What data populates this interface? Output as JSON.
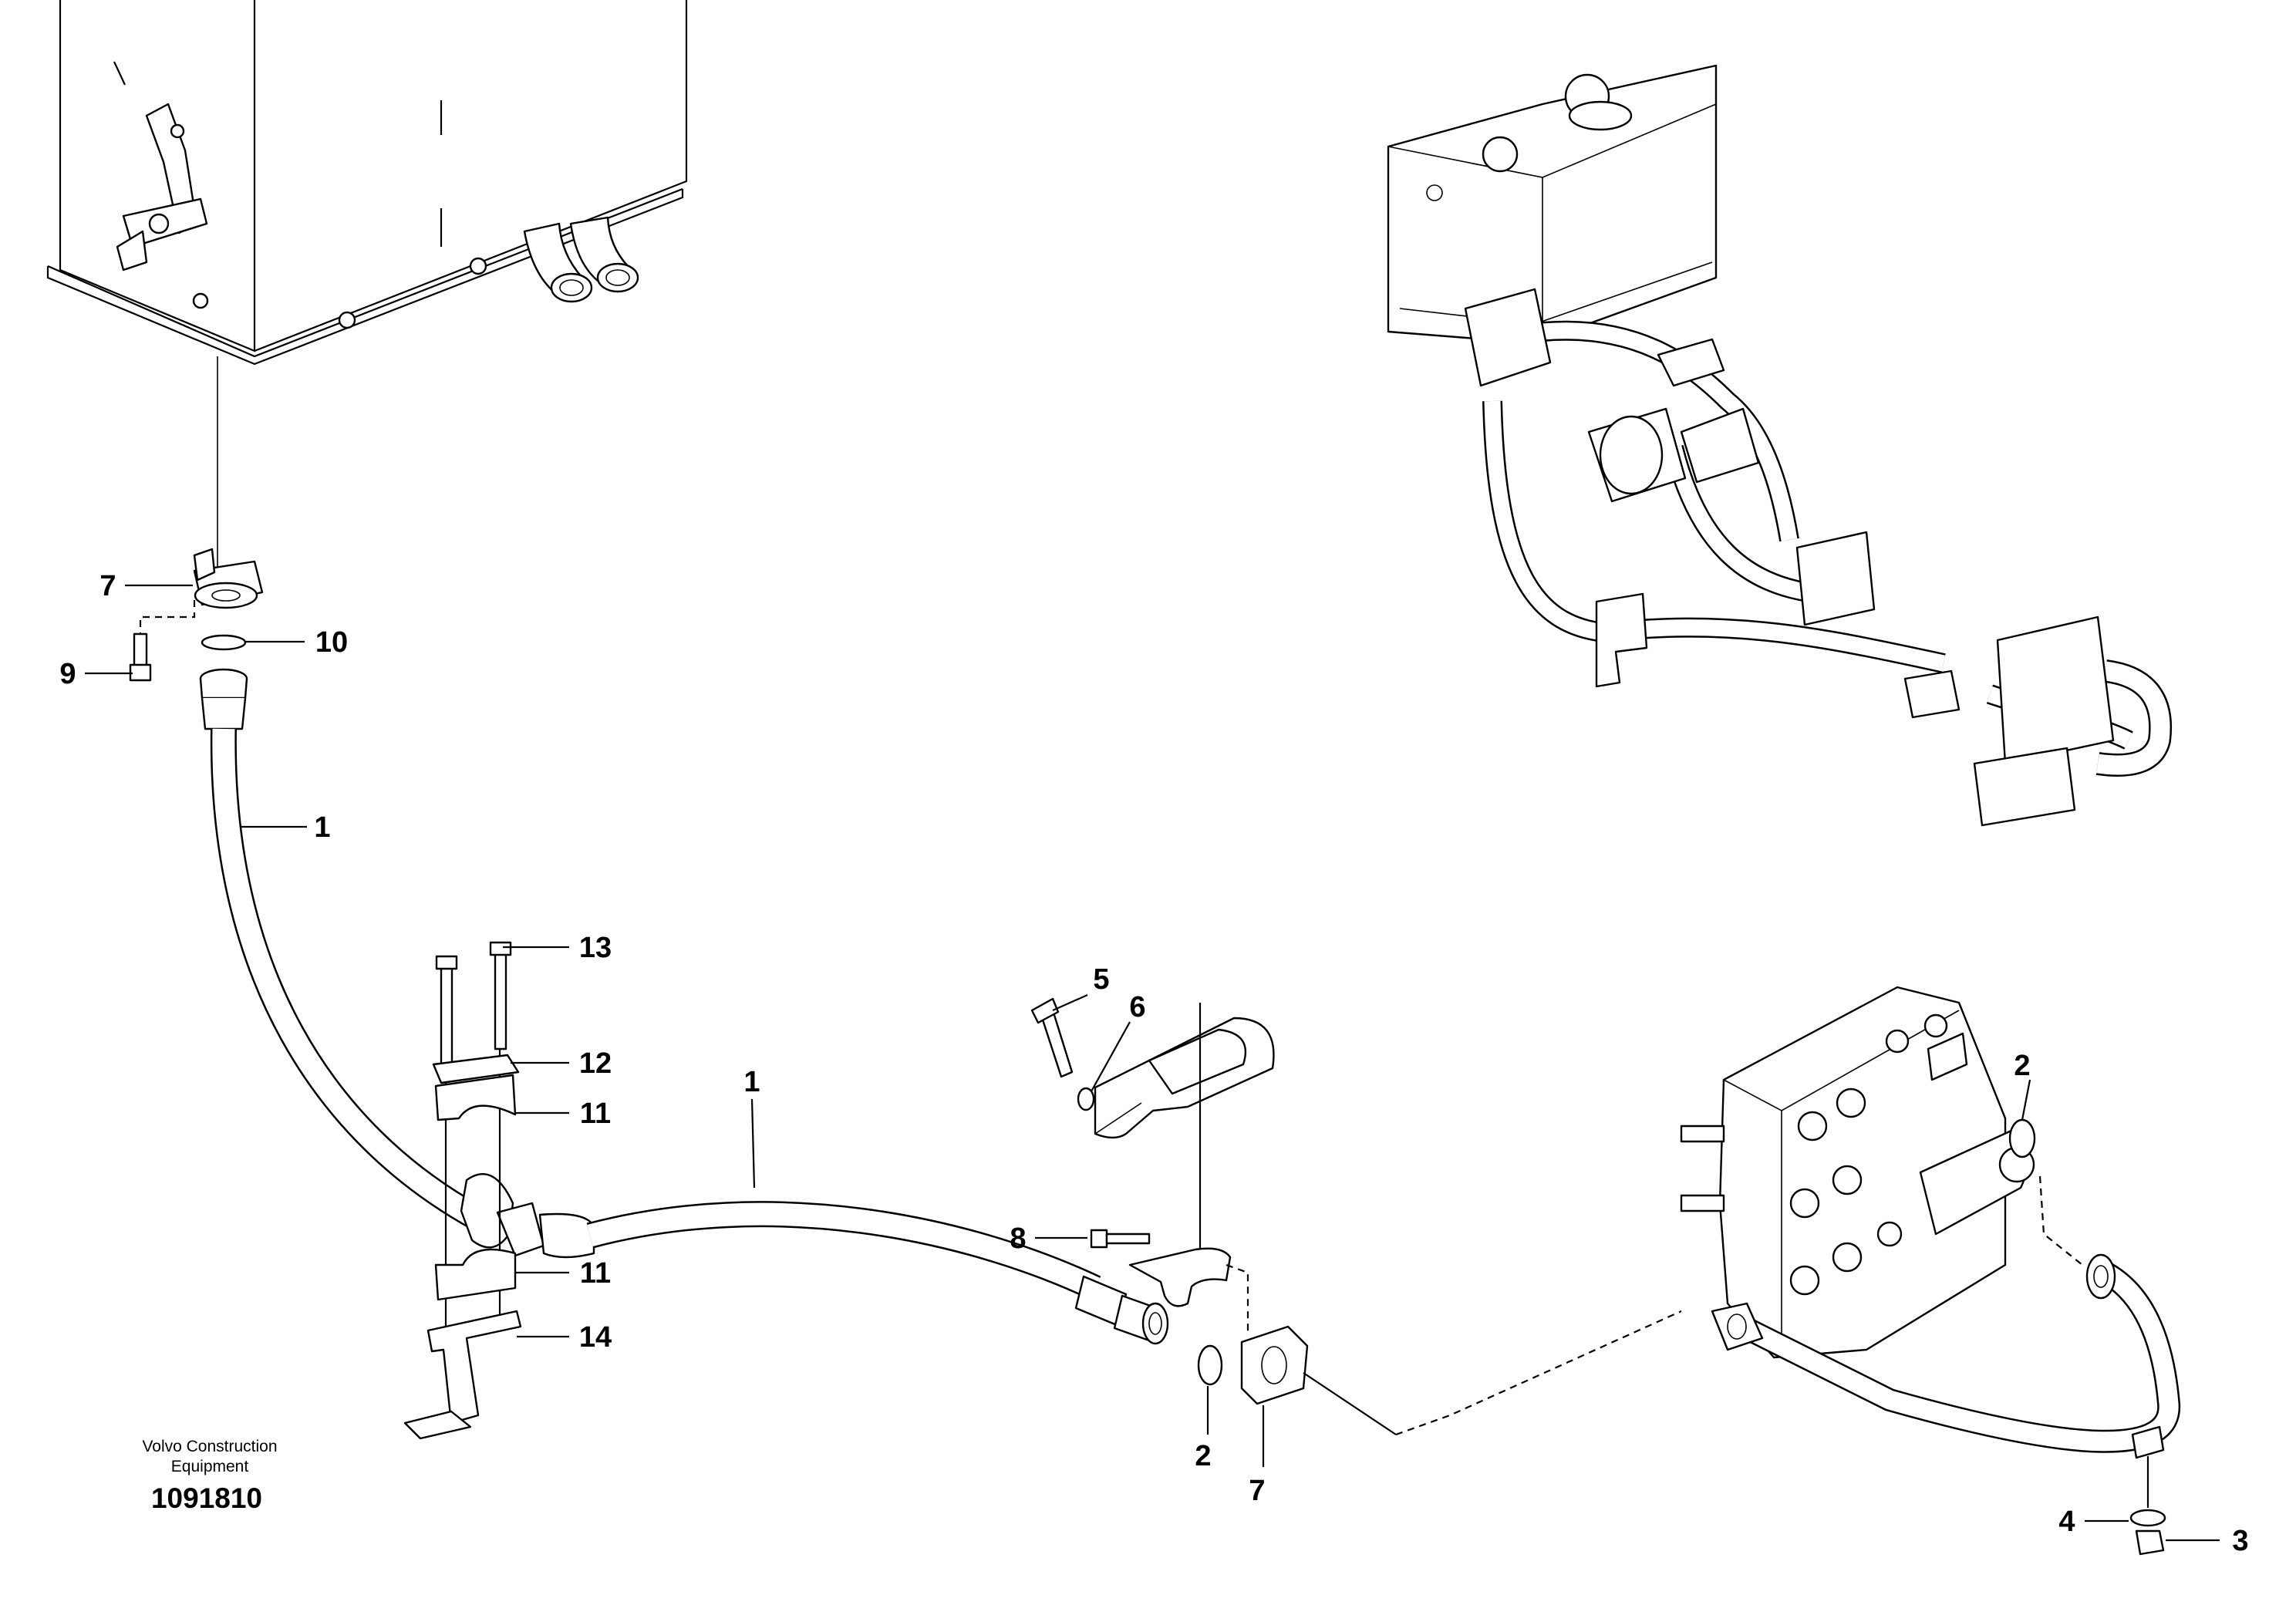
{
  "callouts": [
    {
      "id": "c7a",
      "label": "7"
    },
    {
      "id": "c9",
      "label": "9"
    },
    {
      "id": "c10",
      "label": "10"
    },
    {
      "id": "c1a",
      "label": "1"
    },
    {
      "id": "c13",
      "label": "13"
    },
    {
      "id": "c12",
      "label": "12"
    },
    {
      "id": "c11a",
      "label": "11"
    },
    {
      "id": "c11b",
      "label": "11"
    },
    {
      "id": "c14",
      "label": "14"
    },
    {
      "id": "c1b",
      "label": "1"
    },
    {
      "id": "c5",
      "label": "5"
    },
    {
      "id": "c6",
      "label": "6"
    },
    {
      "id": "c8",
      "label": "8"
    },
    {
      "id": "c2a",
      "label": "2"
    },
    {
      "id": "c7b",
      "label": "7"
    },
    {
      "id": "c2b",
      "label": "2"
    },
    {
      "id": "c4",
      "label": "4"
    },
    {
      "id": "c3",
      "label": "3"
    }
  ],
  "footer": {
    "brand_line1": "Volvo Construction",
    "brand_line2": "Equipment",
    "doc_number": "1091810"
  }
}
